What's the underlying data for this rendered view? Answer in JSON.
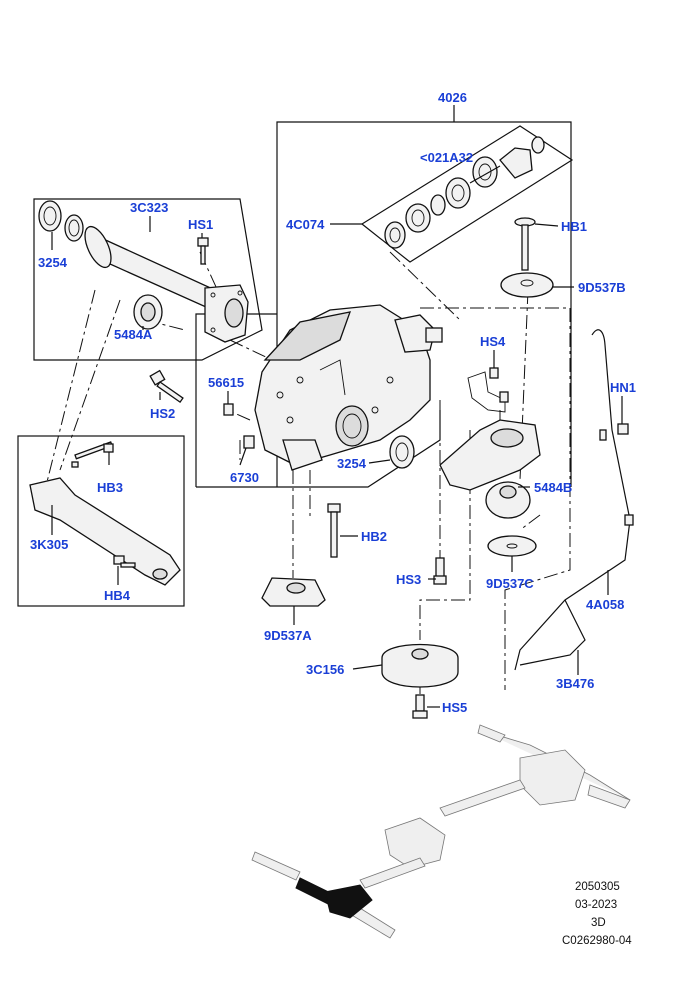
{
  "labels": {
    "l_4026": "4026",
    "l_021A32": "<021A32",
    "l_4C074": "4C074",
    "l_3C323": "3C323",
    "l_HS1": "HS1",
    "l_3254a": "3254",
    "l_5484A": "5484A",
    "l_HB1": "HB1",
    "l_9D537B": "9D537B",
    "l_HS4": "HS4",
    "l_HN1": "HN1",
    "l_56615": "56615",
    "l_HS2": "HS2",
    "l_3254b": "3254",
    "l_6730": "6730",
    "l_5484B": "5484B",
    "l_HB3": "HB3",
    "l_3K305": "3K305",
    "l_HB4": "HB4",
    "l_HB2": "HB2",
    "l_HS3": "HS3",
    "l_9D537C": "9D537C",
    "l_4A058": "4A058",
    "l_9D537A": "9D537A",
    "l_3C156": "3C156",
    "l_3B476": "3B476",
    "l_HS5": "HS5"
  },
  "meta": {
    "line1": "2050305",
    "line2": "03-2023",
    "line3": "3D",
    "line4": "C0262980-04"
  },
  "colors": {
    "label": "#1a3fd6",
    "line": "#111111",
    "highlight": "#111111"
  }
}
